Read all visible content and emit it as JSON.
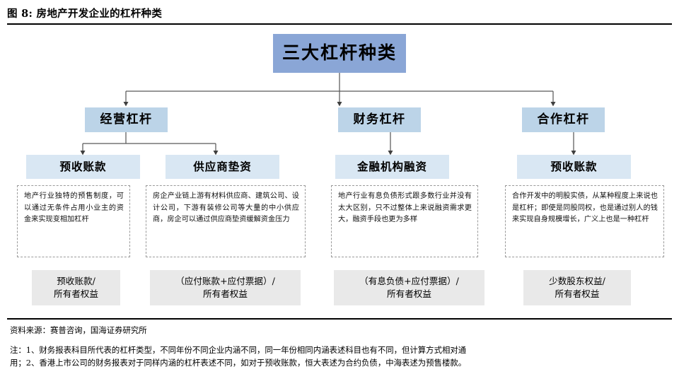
{
  "header": {
    "figure_title": "图 8:  房地产开发企业的杠杆种类"
  },
  "diagram": {
    "root": {
      "label": "三大杠杆种类",
      "color": "#8aa6d6"
    },
    "level2": [
      {
        "label": "经营杠杆",
        "color": "#bcd4e8"
      },
      {
        "label": "财务杠杆",
        "color": "#bcd4e8"
      },
      {
        "label": "合作杠杆",
        "color": "#bcd4e8"
      }
    ],
    "level3": [
      {
        "label": "预收账款",
        "color": "#d9e7f3"
      },
      {
        "label": "供应商垫资",
        "color": "#d9e7f3"
      },
      {
        "label": "金融机构融资",
        "color": "#d9e7f3"
      },
      {
        "label": "预收账款",
        "color": "#d9e7f3"
      }
    ],
    "descriptions": [
      {
        "text": "地产行业独特的预售制度，可以通过无条件占用小业主的资金来实现变相加杠杆"
      },
      {
        "text": "房企产业链上游有材料供应商、建筑公司、设计公司，下游有装修公司等大量的中小供应商，房企可以通过供应商垫资缓解资金压力"
      },
      {
        "text": "地产行业有息负债形式跟多数行业并没有太大区别，只不过整体上来说融资需求更大，融资手段也更为多样"
      },
      {
        "text": "合作开发中的明股实债，从某种程度上来说也是杠杆；即使是同股同权，也是通过别人的钱来实现自身规模增长，广义上也是一种杠杆"
      }
    ],
    "formulas": [
      {
        "line1": "预收账款/",
        "line2": "所有者权益",
        "color": "#e9e9e9"
      },
      {
        "line1": "（应付账款+应付票据）/",
        "line2": "所有者权益",
        "color": "#e9e9e9"
      },
      {
        "line1": "（有息负债+应付票据）/",
        "line2": "所有者权益",
        "color": "#e9e9e9"
      },
      {
        "line1": "少数股东权益/",
        "line2": "所有者权益",
        "color": "#e9e9e9"
      }
    ],
    "connector_color": "#595959"
  },
  "footer": {
    "source": "资料来源：赛普咨询，国海证券研究所",
    "note_line1": "注：1、财务报表科目所代表的杠杆类型，不同年份不同企业内涵不同，同一年份相同内涵表述科目也有不同，但计算方式相对通",
    "note_line2": "用；2、香港上市公司的财务报表对于同样内涵的杠杆表述不同，如对于预收账款，恒大表述为合约负债，中海表述为预售楼款。"
  }
}
